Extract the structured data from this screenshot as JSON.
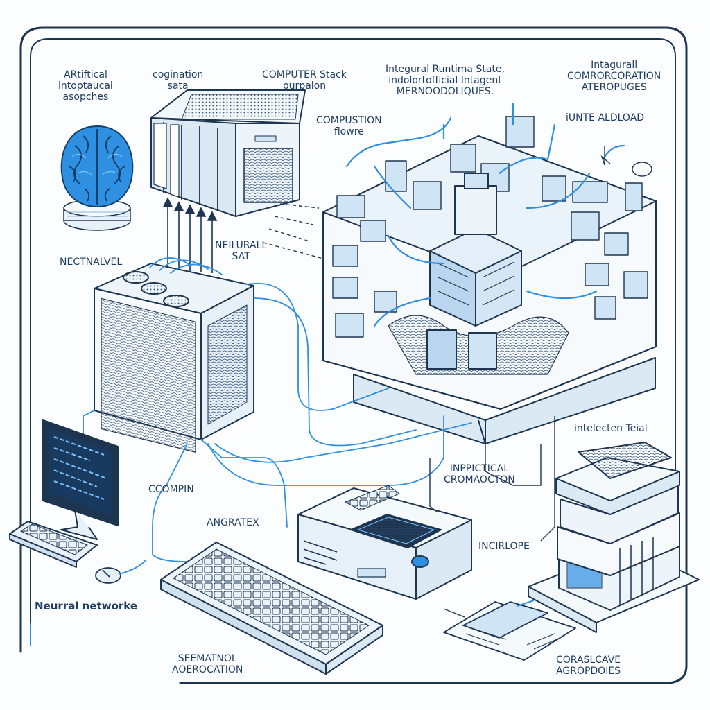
{
  "labels": {
    "artificial": [
      "ARtiftical",
      "intoptaucal",
      "asopches"
    ],
    "cognition": [
      "cogination",
      "sata"
    ],
    "computer_stack": [
      "COMPUTER Stack",
      "purpalon"
    ],
    "integral_runtime": [
      "Integural Runtima State,",
      "indolortofficial Intagent",
      "MERNOODOLIQUES."
    ],
    "integral_corr": [
      "Intagurall",
      "COMRORCORATION",
      "ATEROPUGES"
    ],
    "computation_flow": [
      "COMPUSTION",
      "flowre"
    ],
    "unite_aldload": [
      "iUNTE ALDLOAD"
    ],
    "nectnalvel": [
      "NECTNALVEL"
    ],
    "neural_set": [
      "NEILURALL",
      "SAT"
    ],
    "intelecten": [
      "intelecten Teial"
    ],
    "inppictical": [
      "INPPICTICAL",
      "CROMAOCTON"
    ],
    "ccompin": [
      "CCOMPIN"
    ],
    "angratex": [
      "ANGRATEX"
    ],
    "incirlope": [
      "INCIRLOPE"
    ],
    "neural_network": [
      "Neurral networke"
    ],
    "seematnol": [
      "SEEMATNOL",
      "AOEROCATION"
    ],
    "corasleave": [
      "CORASLCAVE",
      "AGROPDOIES"
    ]
  },
  "colors": {
    "line": "#1e3550",
    "accent": "#2f8fe0",
    "light": "#cfe4f4",
    "mid": "#8fb9dc",
    "paper": "#fbfdfe"
  }
}
